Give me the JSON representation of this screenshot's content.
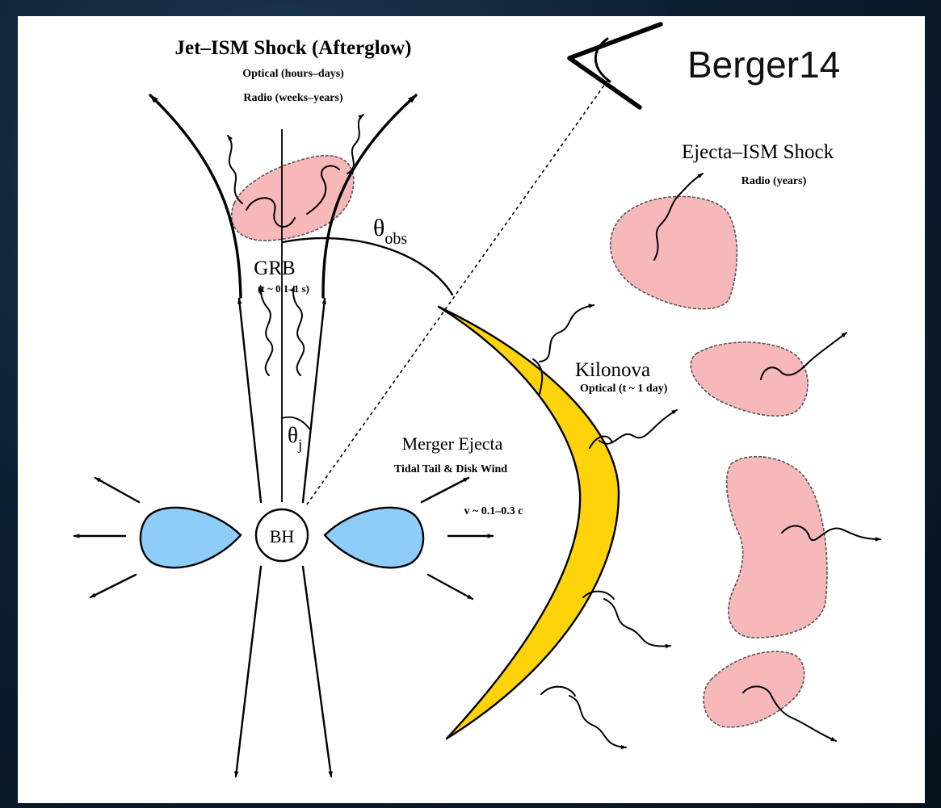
{
  "credit": "Berger14",
  "labels": {
    "jet_ism_title": "Jet–ISM Shock (Afterglow)",
    "jet_ism_optical": "Optical (hours–days)",
    "jet_ism_radio": "Radio (weeks–years)",
    "ejecta_ism_title": "Ejecta–ISM Shock",
    "ejecta_ism_radio": "Radio (years)",
    "theta_obs": "θ",
    "theta_obs_sub": "obs",
    "grb": "GRB",
    "grb_time": "(t ~ 0.1–1 s)",
    "kilonova": "Kilonova",
    "kilonova_optical": "Optical (t ~ 1 day)",
    "theta_j": "θ",
    "theta_j_sub": "j",
    "merger_ejecta": "Merger Ejecta",
    "merger_ejecta_sub": "Tidal Tail & Disk Wind",
    "velocity": "v ~ 0.1–0.3 c",
    "bh": "BH"
  },
  "colors": {
    "background": "#0d2033",
    "panel": "#ffffff",
    "shock_region": "#f7b8ba",
    "disk_lobe": "#8fcdf9",
    "ejecta_crescent": "#ffd30a"
  },
  "icons": {
    "observer": "eye-icon"
  }
}
